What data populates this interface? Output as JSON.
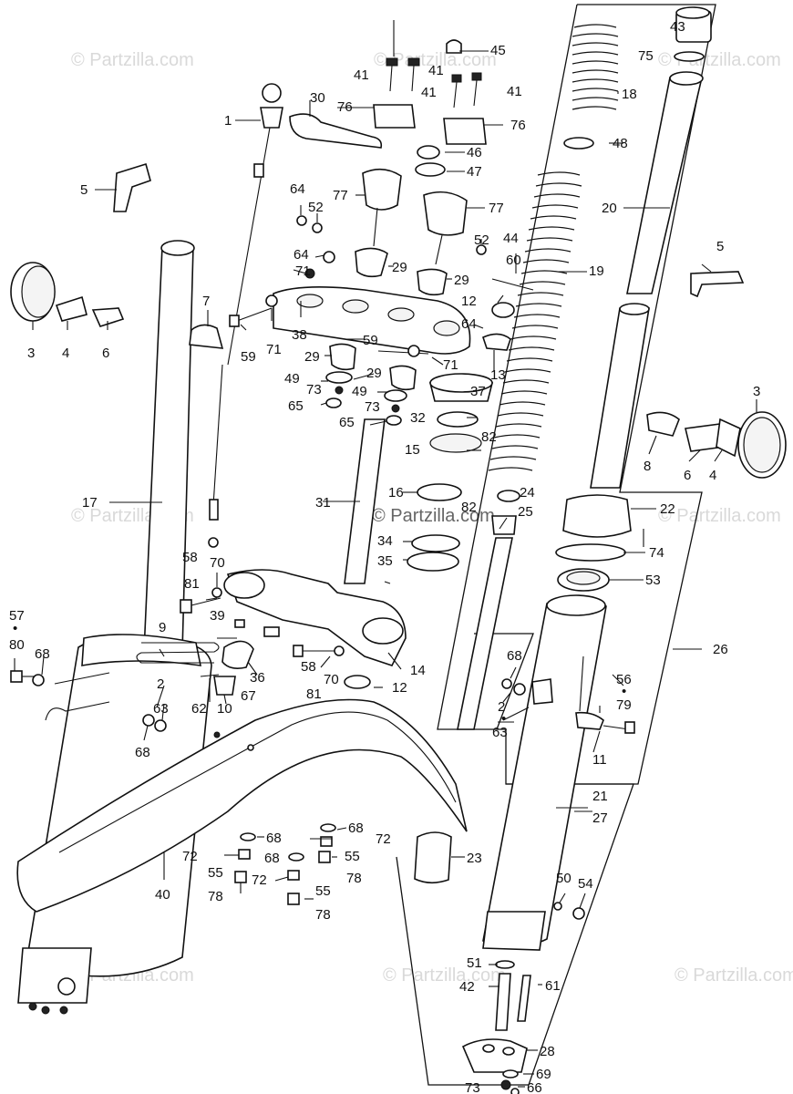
{
  "watermark": "© Partzilla.com",
  "callouts": [
    "1",
    "2",
    "3",
    "4",
    "5",
    "6",
    "7",
    "8",
    "9",
    "10",
    "11",
    "12",
    "13",
    "14",
    "15",
    "16",
    "17",
    "18",
    "19",
    "20",
    "21",
    "22",
    "23",
    "24",
    "25",
    "26",
    "27",
    "28",
    "29",
    "30",
    "31",
    "32",
    "34",
    "35",
    "36",
    "37",
    "38",
    "39",
    "40",
    "41",
    "42",
    "43",
    "44",
    "45",
    "46",
    "47",
    "48",
    "49",
    "50",
    "51",
    "52",
    "53",
    "54",
    "55",
    "56",
    "57",
    "58",
    "59",
    "60",
    "61",
    "62",
    "63",
    "64",
    "65",
    "66",
    "67",
    "68",
    "69",
    "70",
    "71",
    "72",
    "73",
    "74",
    "75",
    "76",
    "77",
    "78",
    "79",
    "80",
    "81",
    "82"
  ],
  "labels": {
    "l1": "1",
    "l2a": "2",
    "l2b": "2",
    "l3a": "3",
    "l3b": "3",
    "l4a": "4",
    "l4b": "4",
    "l5a": "5",
    "l5b": "5",
    "l6a": "6",
    "l6b": "6",
    "l7": "7",
    "l8": "8",
    "l9": "9",
    "l10": "10",
    "l11": "11",
    "l12a": "12",
    "l12b": "12",
    "l13": "13",
    "l14": "14",
    "l15": "15",
    "l16": "16",
    "l17": "17",
    "l18": "18",
    "l19": "19",
    "l20": "20",
    "l21": "21",
    "l22": "22",
    "l23": "23",
    "l24": "24",
    "l25": "25",
    "l26": "26",
    "l27": "27",
    "l28": "28",
    "l29a": "29",
    "l29b": "29",
    "l29c": "29",
    "l29d": "29",
    "l30": "30",
    "l31": "31",
    "l32": "32",
    "l34": "34",
    "l35": "35",
    "l36": "36",
    "l37": "37",
    "l38": "38",
    "l39": "39",
    "l40": "40",
    "l41a": "41",
    "l41b": "41",
    "l41c": "41",
    "l41d": "41",
    "l42": "42",
    "l43": "43",
    "l44": "44",
    "l45": "45",
    "l46": "46",
    "l47": "47",
    "l48": "48",
    "l49a": "49",
    "l49b": "49",
    "l50": "50",
    "l51": "51",
    "l52a": "52",
    "l52b": "52",
    "l53": "53",
    "l54": "54",
    "l55a": "55",
    "l55b": "55",
    "l55c": "55",
    "l56": "56",
    "l57": "57",
    "l58a": "58",
    "l58b": "58",
    "l59a": "59",
    "l59b": "59",
    "l60": "60",
    "l61": "61",
    "l62": "62",
    "l63a": "63",
    "l63b": "63",
    "l64a": "64",
    "l64b": "64",
    "l64c": "64",
    "l65a": "65",
    "l65b": "65",
    "l66": "66",
    "l67": "67",
    "l68a": "68",
    "l68b": "68",
    "l68c": "68",
    "l68d": "68",
    "l68e": "68",
    "l68f": "68",
    "l69": "69",
    "l70a": "70",
    "l70b": "70",
    "l71a": "71",
    "l71b": "71",
    "l71c": "71",
    "l72a": "72",
    "l72b": "72",
    "l72c": "72",
    "l73a": "73",
    "l73b": "73",
    "l73c": "73",
    "l74": "74",
    "l75": "75",
    "l76a": "76",
    "l76b": "76",
    "l77a": "77",
    "l77b": "77",
    "l78a": "78",
    "l78b": "78",
    "l78c": "78",
    "l79": "79",
    "l80": "80",
    "l81a": "81",
    "l81b": "81",
    "l82a": "82",
    "l82b": "82",
    "dot": "•"
  },
  "colors": {
    "ink": "#111111",
    "watermark": "#d9d9d9",
    "paper": "#ffffff"
  }
}
